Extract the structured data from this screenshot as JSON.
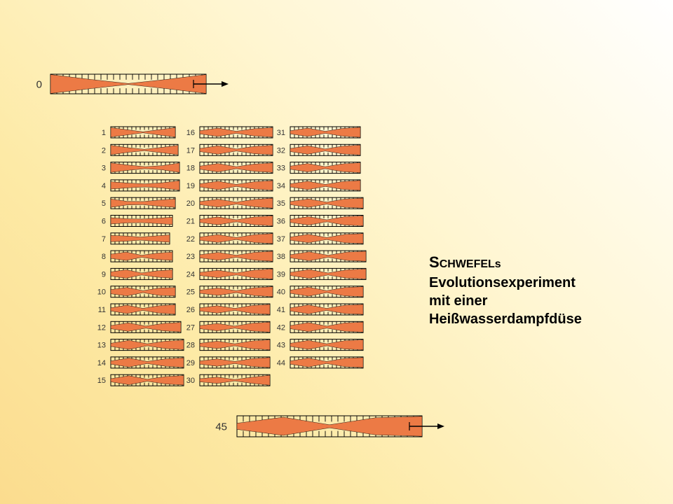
{
  "caption": {
    "line1_initial": "S",
    "line1_smallcaps": "CHWEFEL",
    "line1_suffix": "s",
    "line2": "Evolutionsexperiment",
    "line3": "mit einer",
    "line4": "Heißwasserdampfdüse"
  },
  "colors": {
    "nozzle_fill": "#ec7a45",
    "segment_line": "#000000",
    "arrow": "#000000"
  },
  "nozzles": [
    {
      "label": "0",
      "profile": [
        1.0,
        0.5,
        0.05,
        0.5,
        1.0
      ]
    },
    {
      "label": "1",
      "profile": [
        0.9,
        0.5,
        0.1,
        0.5,
        0.9
      ]
    },
    {
      "label": "2",
      "profile": [
        0.9,
        0.45,
        0.15,
        0.5,
        0.9
      ]
    },
    {
      "label": "3",
      "profile": [
        0.9,
        0.5,
        0.2,
        0.4,
        0.9
      ]
    },
    {
      "label": "4",
      "profile": [
        0.7,
        0.45,
        0.3,
        0.5,
        0.9
      ]
    },
    {
      "label": "5",
      "profile": [
        0.8,
        0.35,
        0.3,
        0.6,
        0.8
      ]
    },
    {
      "label": "6",
      "profile": [
        0.6,
        0.4,
        0.35,
        0.5,
        0.7
      ]
    },
    {
      "label": "7",
      "profile": [
        0.6,
        0.5,
        0.3,
        0.5,
        0.7
      ]
    },
    {
      "label": "8",
      "profile": [
        0.4,
        0.8,
        0.2,
        0.6,
        0.8
      ]
    },
    {
      "label": "9",
      "profile": [
        0.4,
        0.8,
        0.2,
        0.6,
        0.8
      ]
    },
    {
      "label": "10",
      "profile": [
        0.4,
        0.8,
        0.2,
        0.7,
        0.8
      ]
    },
    {
      "label": "11",
      "profile": [
        0.3,
        0.8,
        0.2,
        0.7,
        0.9
      ]
    },
    {
      "label": "12",
      "profile": [
        0.3,
        0.8,
        0.2,
        0.7,
        0.9
      ]
    },
    {
      "label": "13",
      "profile": [
        0.3,
        0.85,
        0.2,
        0.7,
        0.9
      ]
    },
    {
      "label": "14",
      "profile": [
        0.3,
        0.85,
        0.2,
        0.7,
        0.9
      ]
    },
    {
      "label": "15",
      "profile": [
        0.3,
        0.85,
        0.2,
        0.7,
        0.9
      ]
    },
    {
      "label": "16",
      "profile": [
        0.3,
        0.8,
        0.2,
        0.7,
        0.9
      ]
    },
    {
      "label": "17",
      "profile": [
        0.3,
        0.8,
        0.2,
        0.7,
        0.9
      ]
    },
    {
      "label": "18",
      "profile": [
        0.3,
        0.8,
        0.2,
        0.7,
        0.9
      ]
    },
    {
      "label": "19",
      "profile": [
        0.3,
        0.8,
        0.2,
        0.7,
        0.9
      ]
    },
    {
      "label": "20",
      "profile": [
        0.3,
        0.75,
        0.2,
        0.7,
        0.95
      ]
    },
    {
      "label": "21",
      "profile": [
        0.3,
        0.75,
        0.2,
        0.75,
        0.95
      ]
    },
    {
      "label": "22",
      "profile": [
        0.3,
        0.75,
        0.2,
        0.75,
        0.95
      ]
    },
    {
      "label": "23",
      "profile": [
        0.3,
        0.75,
        0.2,
        0.75,
        0.95
      ]
    },
    {
      "label": "24",
      "profile": [
        0.3,
        0.7,
        0.2,
        0.75,
        0.95
      ]
    },
    {
      "label": "25",
      "profile": [
        0.3,
        0.7,
        0.2,
        0.75,
        0.95
      ]
    },
    {
      "label": "26",
      "profile": [
        0.3,
        0.7,
        0.2,
        0.75,
        0.95
      ]
    },
    {
      "label": "27",
      "profile": [
        0.3,
        0.7,
        0.2,
        0.75,
        0.95
      ]
    },
    {
      "label": "28",
      "profile": [
        0.3,
        0.7,
        0.2,
        0.75,
        0.95
      ]
    },
    {
      "label": "29",
      "profile": [
        0.3,
        0.7,
        0.2,
        0.75,
        0.95
      ]
    },
    {
      "label": "30",
      "profile": [
        0.3,
        0.6,
        0.15,
        0.6,
        0.95
      ]
    },
    {
      "label": "31",
      "profile": [
        0.3,
        0.8,
        0.2,
        0.75,
        0.95
      ]
    },
    {
      "label": "32",
      "profile": [
        0.3,
        0.8,
        0.2,
        0.75,
        0.95
      ]
    },
    {
      "label": "33",
      "profile": [
        0.3,
        0.8,
        0.2,
        0.75,
        0.95
      ]
    },
    {
      "label": "34",
      "profile": [
        0.3,
        0.8,
        0.2,
        0.75,
        0.95
      ]
    },
    {
      "label": "35",
      "profile": [
        0.3,
        0.8,
        0.2,
        0.8,
        0.95
      ]
    },
    {
      "label": "36",
      "profile": [
        0.3,
        0.8,
        0.2,
        0.8,
        0.95
      ]
    },
    {
      "label": "37",
      "profile": [
        0.3,
        0.8,
        0.2,
        0.8,
        0.95
      ]
    },
    {
      "label": "38",
      "profile": [
        0.3,
        0.85,
        0.2,
        0.8,
        0.95
      ]
    },
    {
      "label": "39",
      "profile": [
        0.3,
        0.85,
        0.2,
        0.8,
        0.95
      ]
    },
    {
      "label": "40",
      "profile": [
        0.3,
        0.85,
        0.2,
        0.8,
        0.95
      ]
    },
    {
      "label": "41",
      "profile": [
        0.3,
        0.85,
        0.2,
        0.8,
        0.95
      ]
    },
    {
      "label": "42",
      "profile": [
        0.3,
        0.85,
        0.2,
        0.8,
        0.95
      ]
    },
    {
      "label": "43",
      "profile": [
        0.3,
        0.85,
        0.2,
        0.8,
        0.95
      ]
    },
    {
      "label": "44",
      "profile": [
        0.3,
        0.85,
        0.2,
        0.8,
        0.95
      ]
    },
    {
      "label": "45",
      "profile": [
        0.3,
        0.9,
        0.15,
        0.85,
        0.98
      ]
    }
  ]
}
